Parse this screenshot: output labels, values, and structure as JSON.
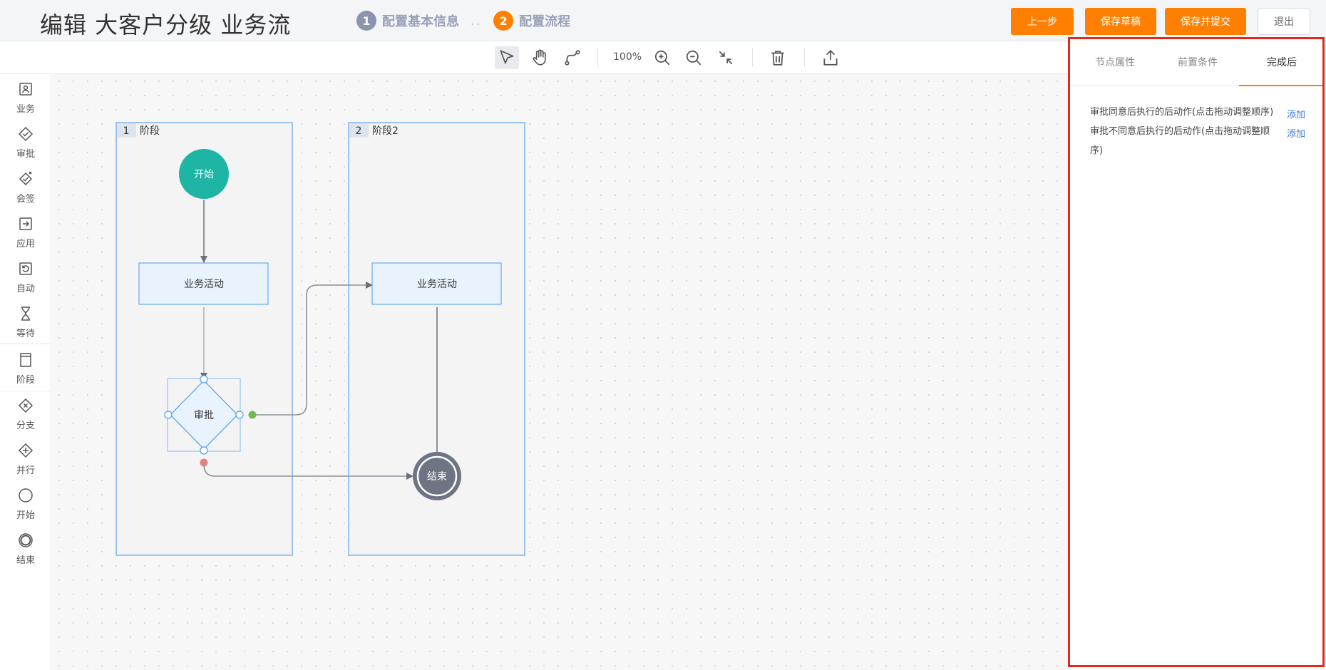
{
  "header": {
    "title": "编辑 大客户分级 业务流",
    "steps": [
      {
        "num": "1",
        "label": "配置基本信息"
      },
      {
        "num": "2",
        "label": "配置流程"
      }
    ],
    "step_separator": "..",
    "buttons": {
      "prev": "上一步",
      "save_draft": "保存草稿",
      "save_submit": "保存并提交",
      "exit": "退出"
    }
  },
  "toolbar": {
    "tools": [
      "select-tool",
      "hand-tool",
      "connect-tool",
      "zoom-in",
      "zoom-out",
      "fit-view",
      "delete",
      "export"
    ],
    "zoom": "100%"
  },
  "palette": {
    "items": [
      {
        "label": "业务",
        "icon": "business-icon"
      },
      {
        "label": "审批",
        "icon": "approval-icon"
      },
      {
        "label": "会签",
        "icon": "countersign-icon"
      },
      {
        "label": "应用",
        "icon": "application-icon"
      },
      {
        "label": "自动",
        "icon": "auto-icon"
      },
      {
        "label": "等待",
        "icon": "hourglass-icon"
      },
      {
        "label": "阶段",
        "icon": "stage-icon"
      },
      {
        "label": "分支",
        "icon": "branch-icon"
      },
      {
        "label": "并行",
        "icon": "parallel-icon"
      },
      {
        "label": "开始",
        "icon": "start-circle-icon"
      },
      {
        "label": "结束",
        "icon": "end-circle-icon"
      }
    ]
  },
  "diagram": {
    "stages": [
      {
        "num": "1",
        "label": "阶段"
      },
      {
        "num": "2",
        "label": "阶段2"
      }
    ],
    "start_label": "开始",
    "activity1_label": "业务活动",
    "approval_label": "审批",
    "activity2_label": "业务活动",
    "end_label": "结束",
    "colors": {
      "start": "#1fb5a5",
      "end": "#6e7483",
      "node_fill": "#e8f3fd",
      "node_border": "#4a9df0",
      "approve_dot": "#6dbb4f",
      "reject_dot": "#e0837a"
    }
  },
  "panel": {
    "tabs": [
      "节点属性",
      "前置条件",
      "完成后"
    ],
    "active_tab": "完成后",
    "rows": [
      {
        "text": "审批同意后执行的后动作(点击拖动调整顺序)",
        "link": "添加"
      },
      {
        "text_line1": "审批不同意后执行的后动作(点击拖动调整顺",
        "text_line2": "序)",
        "link": "添加"
      }
    ]
  },
  "accent_color": "#ff8000"
}
